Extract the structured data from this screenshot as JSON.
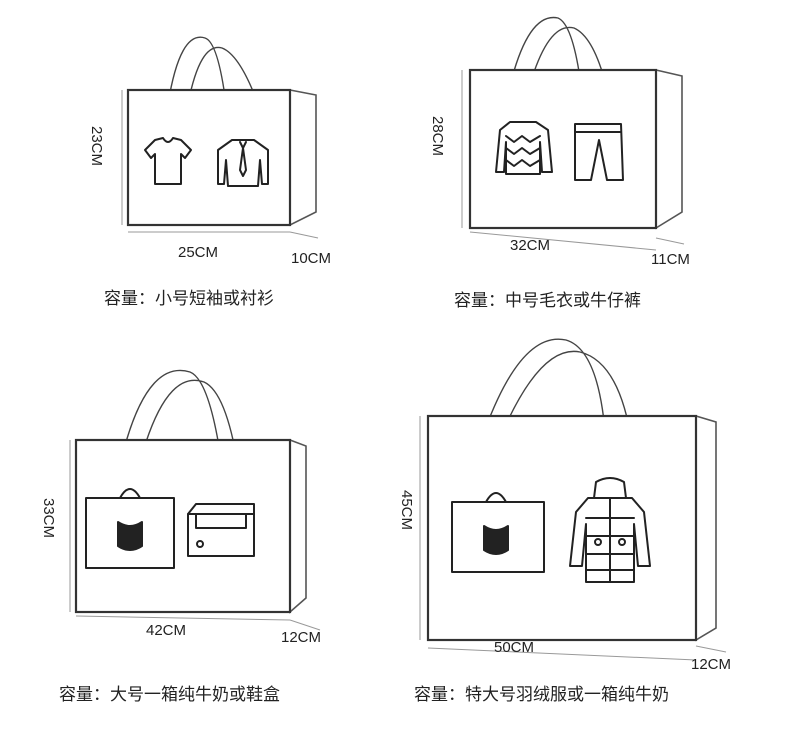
{
  "bags": [
    {
      "height": "23CM",
      "width": "25CM",
      "depth": "10CM",
      "caption": "容量：小号短袖或衬衫",
      "icons": [
        "t-shirt-icon",
        "shirt-tie-icon"
      ]
    },
    {
      "height": "28CM",
      "width": "32CM",
      "depth": "11CM",
      "caption": "容量：中号毛衣或牛仔裤",
      "icons": [
        "sweater-icon",
        "pants-icon"
      ]
    },
    {
      "height": "33CM",
      "width": "42CM",
      "depth": "12CM",
      "caption": "容量：大号一箱纯牛奶或鞋盒",
      "icons": [
        "milk-box-icon",
        "shoe-box-icon"
      ]
    },
    {
      "height": "45CM",
      "width": "50CM",
      "depth": "12CM",
      "caption": "容量：特大号羽绒服或一箱纯牛奶",
      "icons": [
        "milk-box-icon",
        "down-jacket-icon"
      ]
    }
  ]
}
